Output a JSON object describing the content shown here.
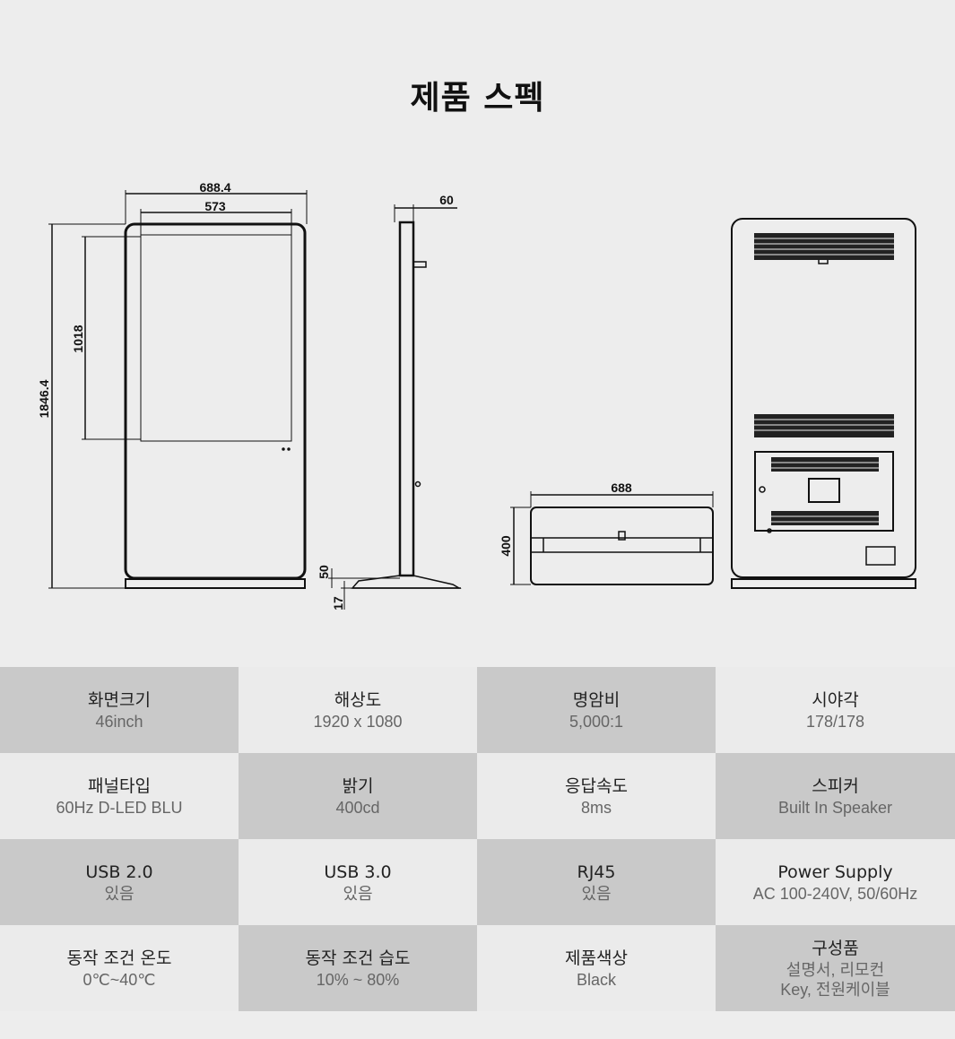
{
  "title": "제품 스펙",
  "dimensions": {
    "front_total_width": "688.4",
    "front_screen_width": "573",
    "front_total_height": "1846.4",
    "front_screen_height": "1018",
    "side_depth": "60",
    "side_base_top": "50",
    "side_base_height": "17",
    "bottom_width": "688",
    "bottom_depth": "400"
  },
  "specs": [
    {
      "label": "화면크기",
      "value": "46inch",
      "tone": "dark"
    },
    {
      "label": "해상도",
      "value": "1920 x 1080",
      "tone": "light"
    },
    {
      "label": "명암비",
      "value": "5,000:1",
      "tone": "dark"
    },
    {
      "label": "시야각",
      "value": "178/178",
      "tone": "light"
    },
    {
      "label": "패널타입",
      "value": "60Hz D-LED BLU",
      "tone": "light"
    },
    {
      "label": "밝기",
      "value": "400cd",
      "tone": "dark"
    },
    {
      "label": "응답속도",
      "value": "8ms",
      "tone": "light"
    },
    {
      "label": "스피커",
      "value": "Built In Speaker",
      "tone": "dark"
    },
    {
      "label": "USB 2.0",
      "value": "있음",
      "tone": "dark"
    },
    {
      "label": "USB 3.0",
      "value": "있음",
      "tone": "light"
    },
    {
      "label": "RJ45",
      "value": "있음",
      "tone": "dark"
    },
    {
      "label": "Power Supply",
      "value": "AC 100-240V, 50/60Hz",
      "tone": "light"
    },
    {
      "label": "동작 조건 온도",
      "value": "0℃~40℃",
      "tone": "light"
    },
    {
      "label": "동작 조건 습도",
      "value": "10% ~ 80%",
      "tone": "dark"
    },
    {
      "label": "제품색상",
      "value": "Black",
      "tone": "light"
    },
    {
      "label": "구성품",
      "value": "설명서, 리모컨\nKey, 전원케이블",
      "tone": "dark"
    }
  ]
}
